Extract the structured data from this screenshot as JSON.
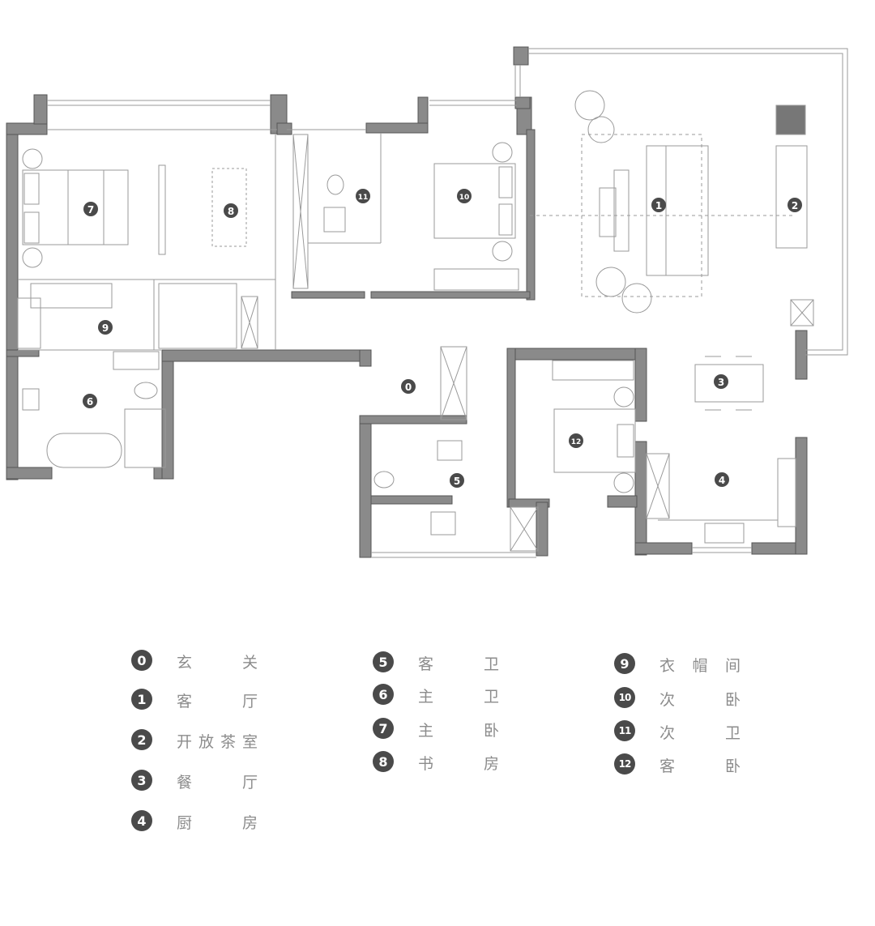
{
  "rooms": [
    {
      "num": "0",
      "name": "玄关"
    },
    {
      "num": "1",
      "name": "客厅"
    },
    {
      "num": "2",
      "name": "开放茶室"
    },
    {
      "num": "3",
      "name": "餐厅"
    },
    {
      "num": "4",
      "name": "厨房"
    },
    {
      "num": "5",
      "name": "客卫"
    },
    {
      "num": "6",
      "name": "主卫"
    },
    {
      "num": "7",
      "name": "主卧"
    },
    {
      "num": "8",
      "name": "书房"
    },
    {
      "num": "9",
      "name": "衣帽间"
    },
    {
      "num": "10",
      "name": "次卧"
    },
    {
      "num": "11",
      "name": "次卫"
    },
    {
      "num": "12",
      "name": "客卧"
    }
  ],
  "colors": {
    "wall": "#8a8a8a",
    "wall_edge": "#555555",
    "line": "#9a9a9a",
    "marker": "#4a4a4a",
    "label": "#8c8c8c"
  }
}
